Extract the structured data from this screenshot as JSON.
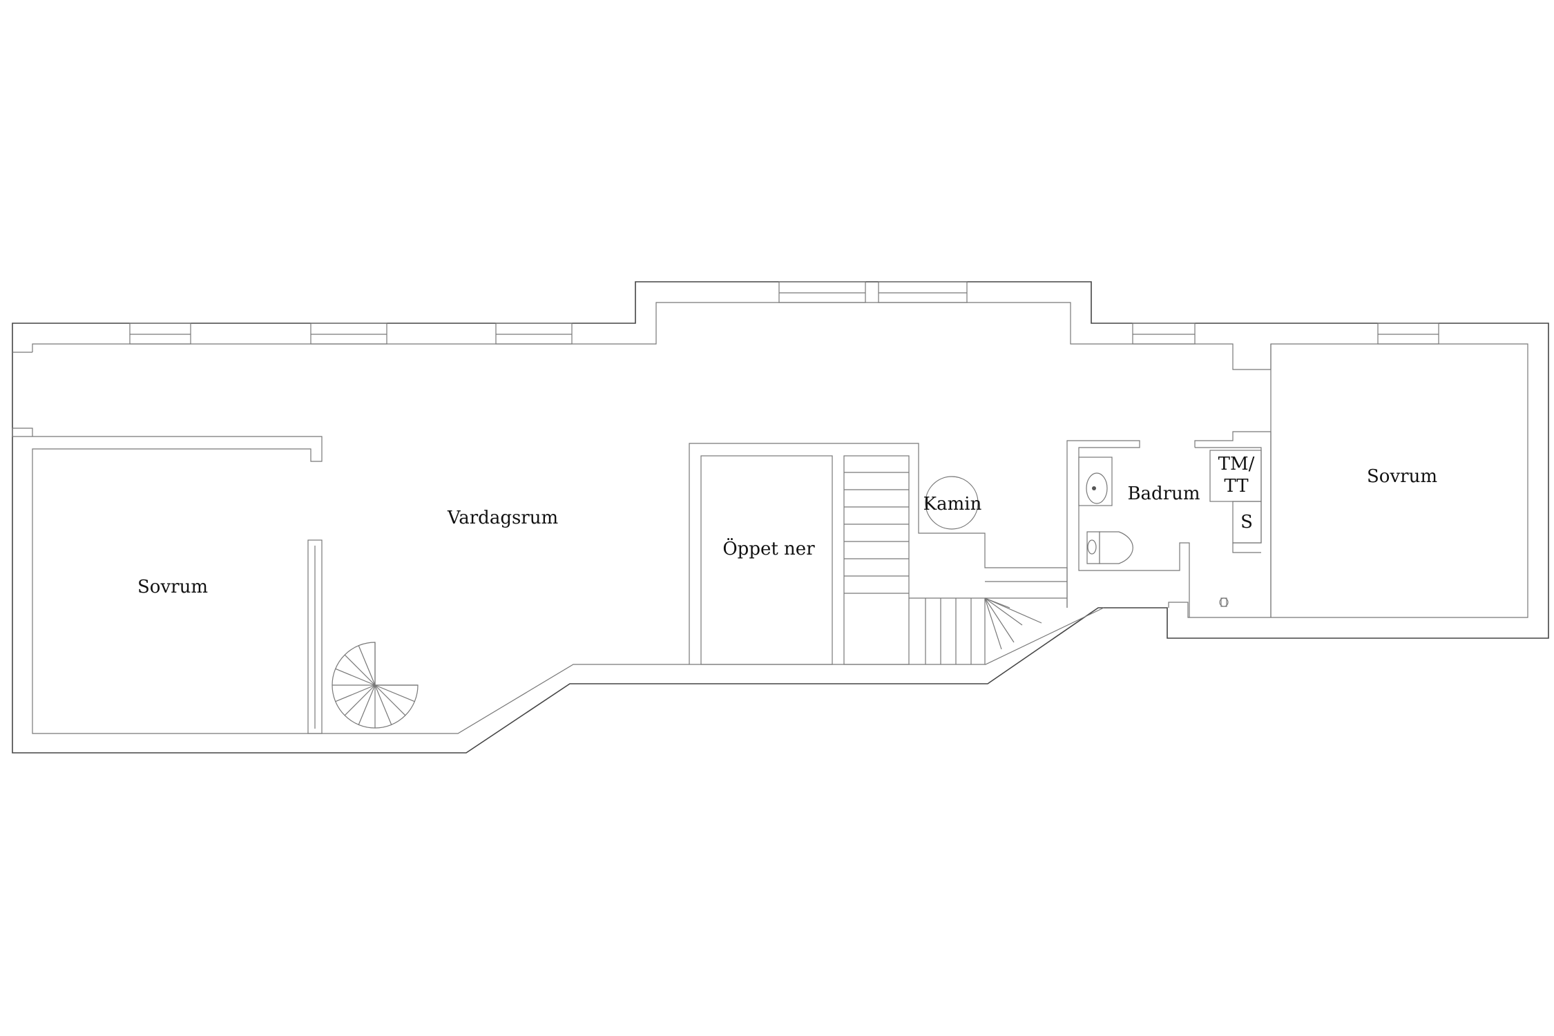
{
  "rooms": {
    "bedroom_left": "Sovrum",
    "living_room": "Vardagsrum",
    "open_below": "Öppet ner",
    "fireplace": "Kamin",
    "bathroom": "Badrum",
    "washer_dryer_line1": "TM/",
    "washer_dryer_line2": "TT",
    "cabinet": "S",
    "bedroom_right": "Sovrum"
  },
  "colors": {
    "wall": "#444444",
    "line": "#777777",
    "background": "#ffffff"
  }
}
